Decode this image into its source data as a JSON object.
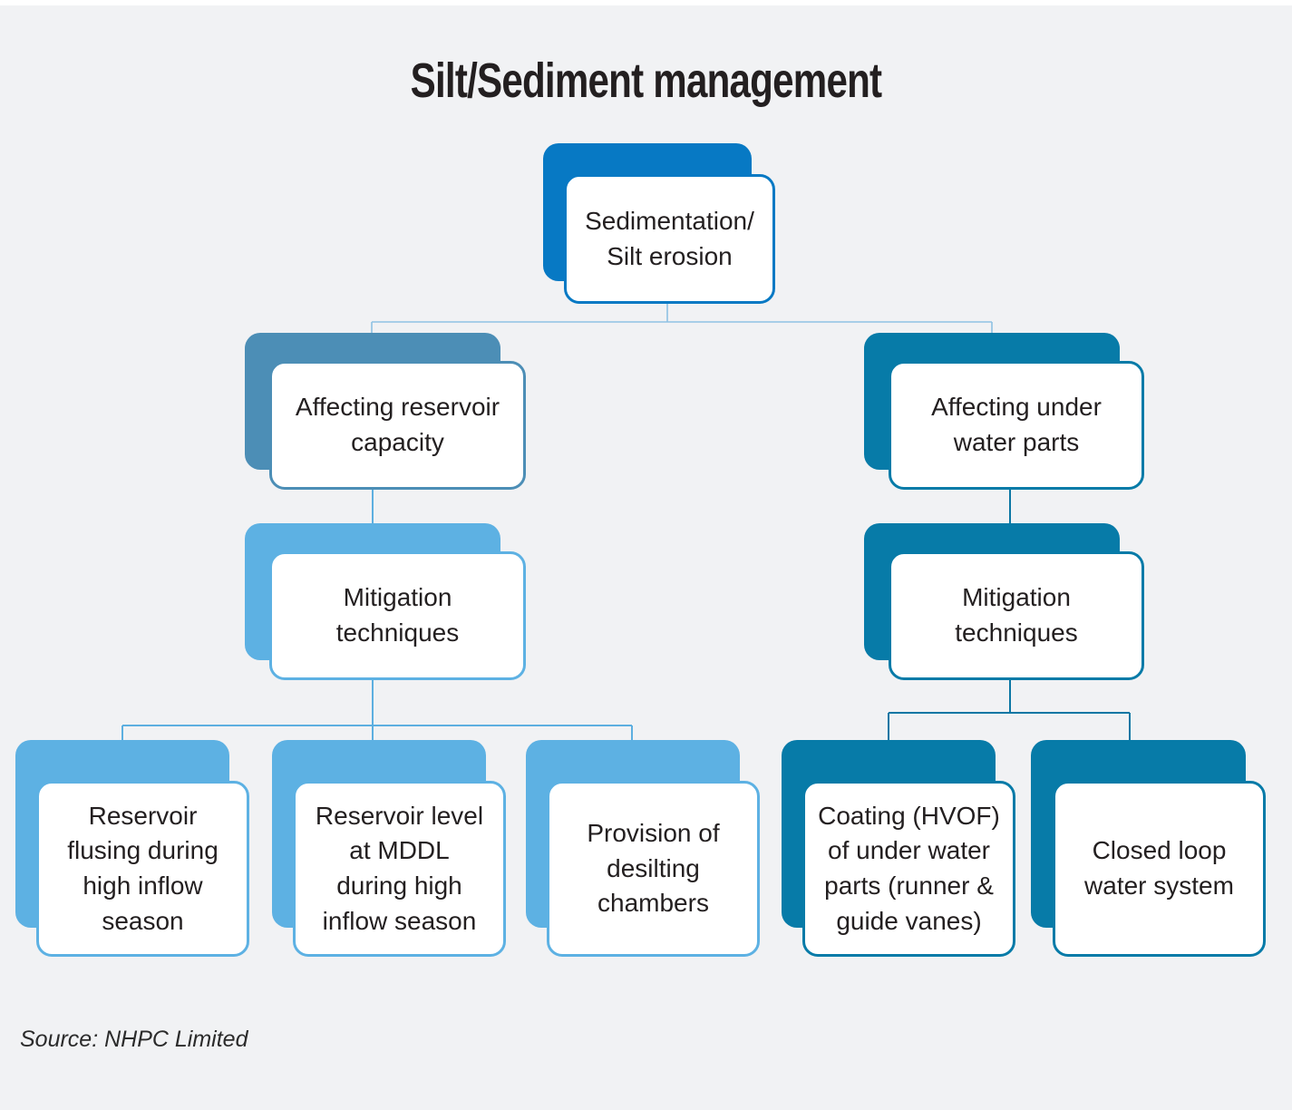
{
  "title": "Silt/Sediment management",
  "source_note": "Source: NHPC Limited",
  "colors": {
    "background": "#f1f2f4",
    "bright_blue": "#0779c4",
    "steel_blue": "#4c8eb6",
    "light_blue": "#5db1e3",
    "dark_teal": "#077ba8",
    "text": "#231f20"
  },
  "nodes": {
    "root": {
      "label": "Sedimentation/\nSilt erosion"
    },
    "branch_left": {
      "label": "Affecting reservoir\ncapacity"
    },
    "branch_right": {
      "label": "Affecting under\nwater parts"
    },
    "mitigation_left": {
      "label": "Mitigation\ntechniques"
    },
    "mitigation_right": {
      "label": "Mitigation\ntechniques"
    },
    "leaf_reservoir_flushing": {
      "label": "Reservoir\nflusing during\nhigh inflow\nseason"
    },
    "leaf_reservoir_mddl": {
      "label": "Reservoir level\nat MDDL\nduring high\ninflow season"
    },
    "leaf_desilting": {
      "label": "Provision of\ndesilting\nchambers"
    },
    "leaf_coating": {
      "label": "Coating (HVOF)\nof under water\nparts (runner &\nguide vanes)"
    },
    "leaf_closed_loop": {
      "label": "Closed loop\nwater system"
    }
  }
}
